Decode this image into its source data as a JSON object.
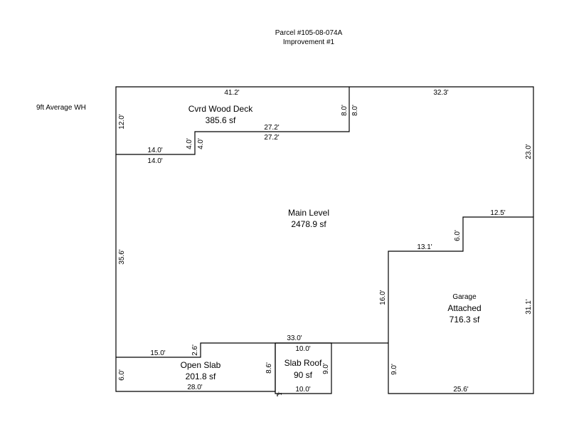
{
  "header": {
    "parcel": "Parcel #105-08-074A",
    "improvement": "Improvement #1"
  },
  "note": "9ft Average WH",
  "areas": {
    "deck": {
      "name": "Cvrd Wood Deck",
      "size": "385.6 sf"
    },
    "main": {
      "name": "Main Level",
      "size": "2478.9 sf"
    },
    "garage": {
      "name": "Garage",
      "subname": "Attached",
      "size": "716.3 sf"
    },
    "open_slab": {
      "name": "Open Slab",
      "size": "201.8 sf"
    },
    "slab_roof": {
      "name": "Slab Roof",
      "size": "90 sf"
    }
  },
  "dimensions": {
    "deck_top": "41.2'",
    "main_top_right": "32.3'",
    "deck_left": "12.0'",
    "deck_right_outer": "8.0'",
    "deck_right_inner": "8.0'",
    "deck_mid_upper": "27.2'",
    "deck_mid_lower": "27.2'",
    "deck_step_left": "4.0'",
    "deck_step_right": "4.0'",
    "deck_bottom_upper": "14.0'",
    "deck_bottom_lower": "14.0'",
    "main_right": "23.0'",
    "main_left": "35.6'",
    "garage_top": "12.5'",
    "garage_step": "6.0'",
    "garage_step_top": "13.1'",
    "garage_left": "16.0'",
    "garage_right": "31.1'",
    "garage_bottom": "25.6'",
    "garage_lower_left": "9.0'",
    "main_bottom": "33.0'",
    "slab_top": "15.0'",
    "slab_step": "2.6'",
    "slab_left": "6.0'",
    "slab_bottom": "28.0'",
    "slabroof_left": "8.6'",
    "slabroof_top": "10.0'",
    "slabroof_right": "9.0'",
    "slabroof_bottom": "10.0'",
    "slabroof_tiny": "1'"
  }
}
